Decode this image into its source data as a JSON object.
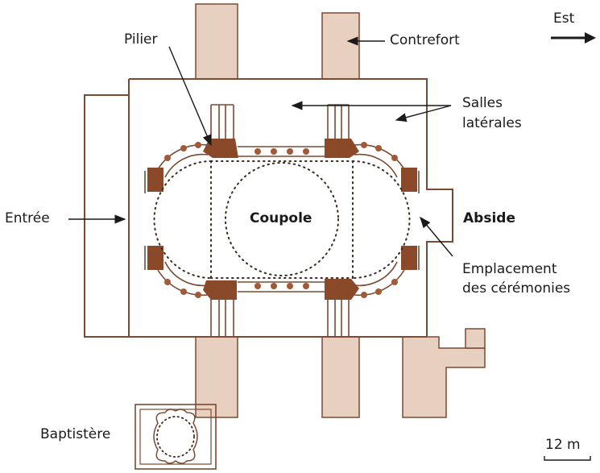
{
  "diagram": {
    "labels": {
      "pilier": "Pilier",
      "contrefort": "Contrefort",
      "est": "Est",
      "salles_line1": "Salles",
      "salles_line2": "latérales",
      "entree": "Entrée",
      "coupole": "Coupole",
      "abside": "Abside",
      "emplacement_line1": "Emplacement",
      "emplacement_line2": "des cérémonies",
      "baptistere": "Baptistère",
      "scale": "12 m"
    },
    "colors": {
      "wall": "#7a4a32",
      "pillar": "#8a4a2a",
      "buttress_fill": "#e8d0c0",
      "dots": "#a05a38",
      "text": "#1a1a1a"
    },
    "icons": [
      "east-arrow-icon"
    ]
  }
}
